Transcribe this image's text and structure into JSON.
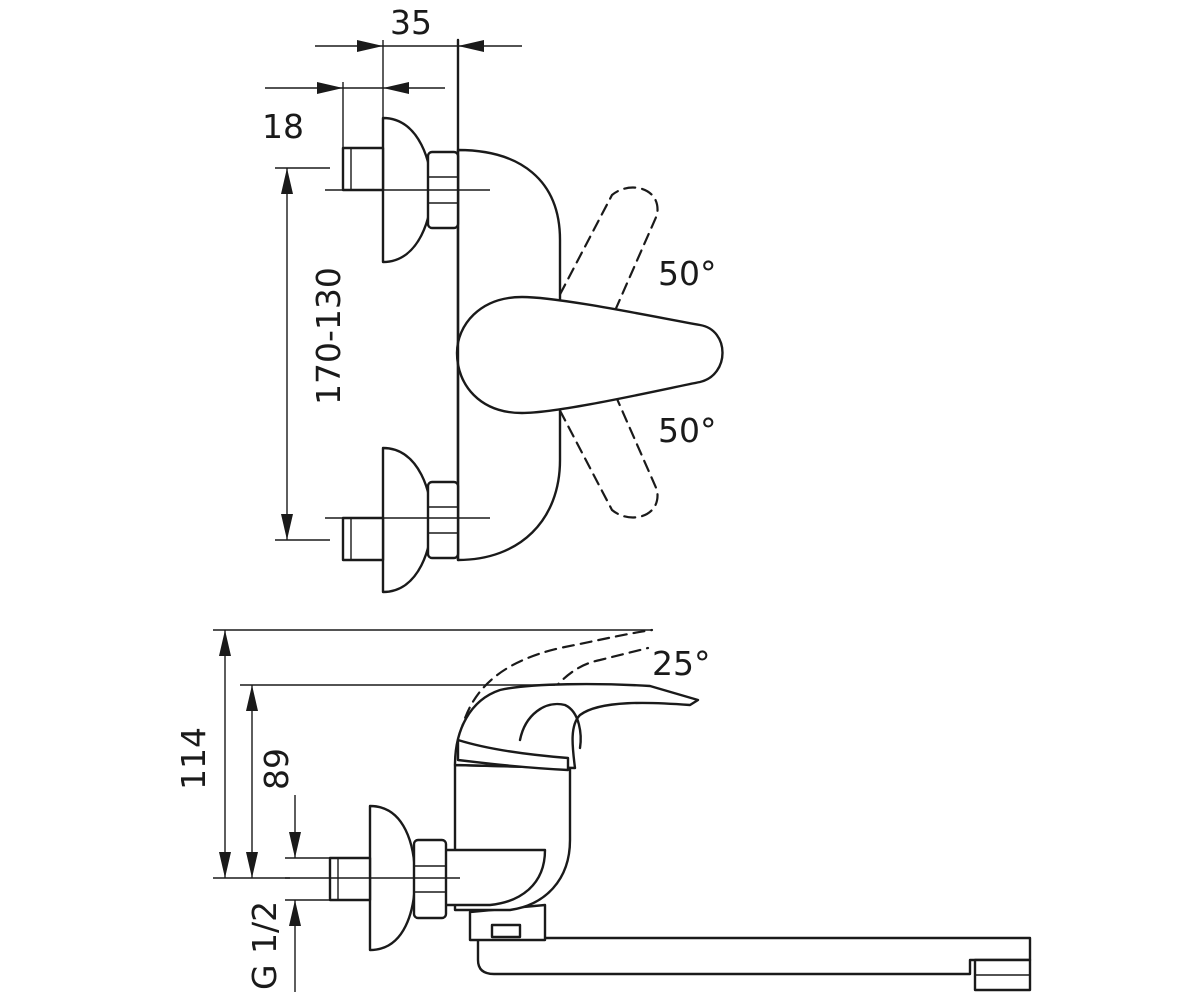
{
  "dimensions": {
    "top_width": "35",
    "nut_width": "18",
    "center_distance": "170-130",
    "total_height": "114",
    "handle_height": "89",
    "thread": "G 1/2"
  },
  "angles": {
    "handle_up": "50°",
    "handle_down": "50°",
    "lever_tilt": "25°"
  },
  "colors": {
    "line": "#1a1a1a",
    "background": "#ffffff"
  }
}
